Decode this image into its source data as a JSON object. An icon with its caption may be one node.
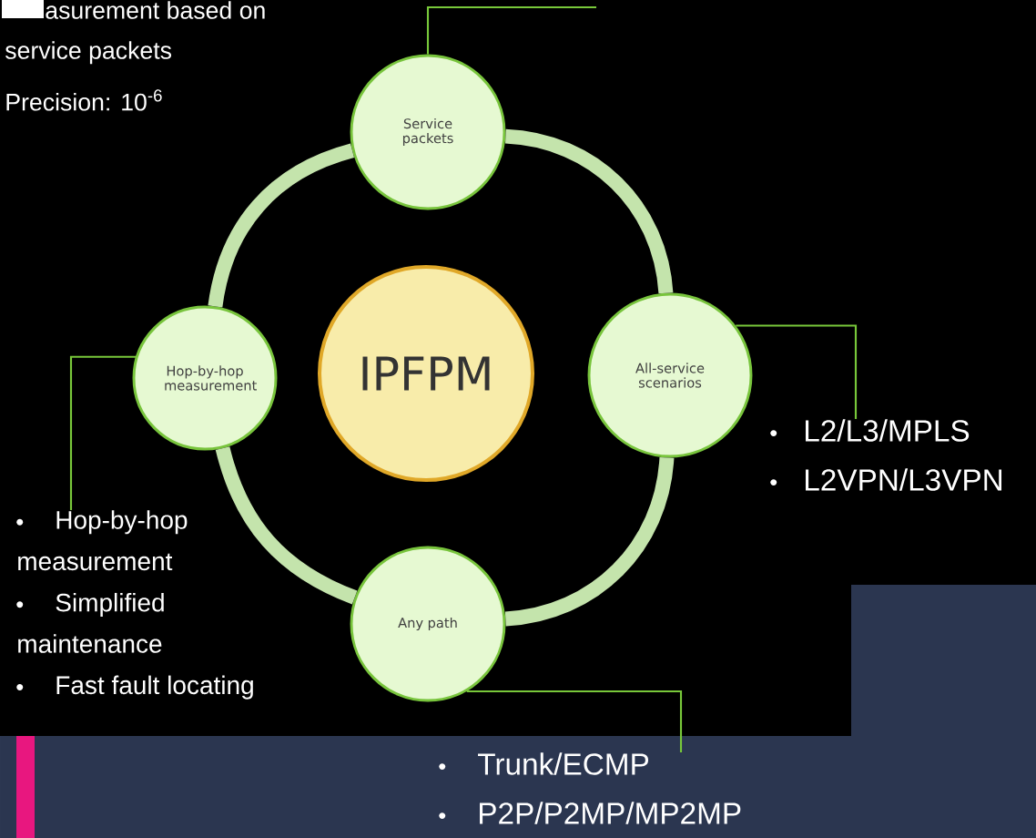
{
  "diagram": {
    "nodes": [
      {
        "text": [
          "IPFPM"
        ]
      },
      {
        "text": [
          "Service packets"
        ]
      },
      {
        "text": [
          "All-service scenarios"
        ]
      },
      {
        "text": [
          "Any path"
        ]
      },
      {
        "text": [
          "Hop-by-hop measurement"
        ]
      },
      {
        "text": [
          "L2/L3/MPLS",
          "L2VPN/L3VPN"
        ]
      },
      {
        "text": [
          "Hop-by-hop measurement",
          "Simplified maintenance",
          "Fast fault locating"
        ]
      },
      {
        "text": [
          "Trunk/ECMP",
          "P2P/P2MP/MP2MP"
        ]
      }
    ],
    "edges": [
      {
        "from": 1,
        "to": 2,
        "arrow": "none",
        "style": "thick",
        "color": "#c4e4ac"
      },
      {
        "from": 2,
        "to": 3,
        "arrow": "none",
        "style": "thick",
        "color": "#c4e4ac"
      },
      {
        "from": 3,
        "to": 4,
        "arrow": "none",
        "style": "thick",
        "color": "#c4e4ac"
      },
      {
        "from": 4,
        "to": 1,
        "arrow": "none",
        "style": "thick",
        "color": "#c4e4ac"
      },
      {
        "from": 1,
        "to": null,
        "arrow": "none",
        "color": "#78c83a"
      },
      {
        "from": 2,
        "to": 5,
        "arrow": "none",
        "color": "#78c83a"
      },
      {
        "from": 4,
        "to": 6,
        "arrow": "none",
        "color": "#78c83a"
      },
      {
        "from": 3,
        "to": 7,
        "arrow": "none",
        "color": "#78c83a"
      }
    ],
    "labels": [
      "asurement based on service packets",
      "Precision: 10$^{-6}$"
    ]
  }
}
